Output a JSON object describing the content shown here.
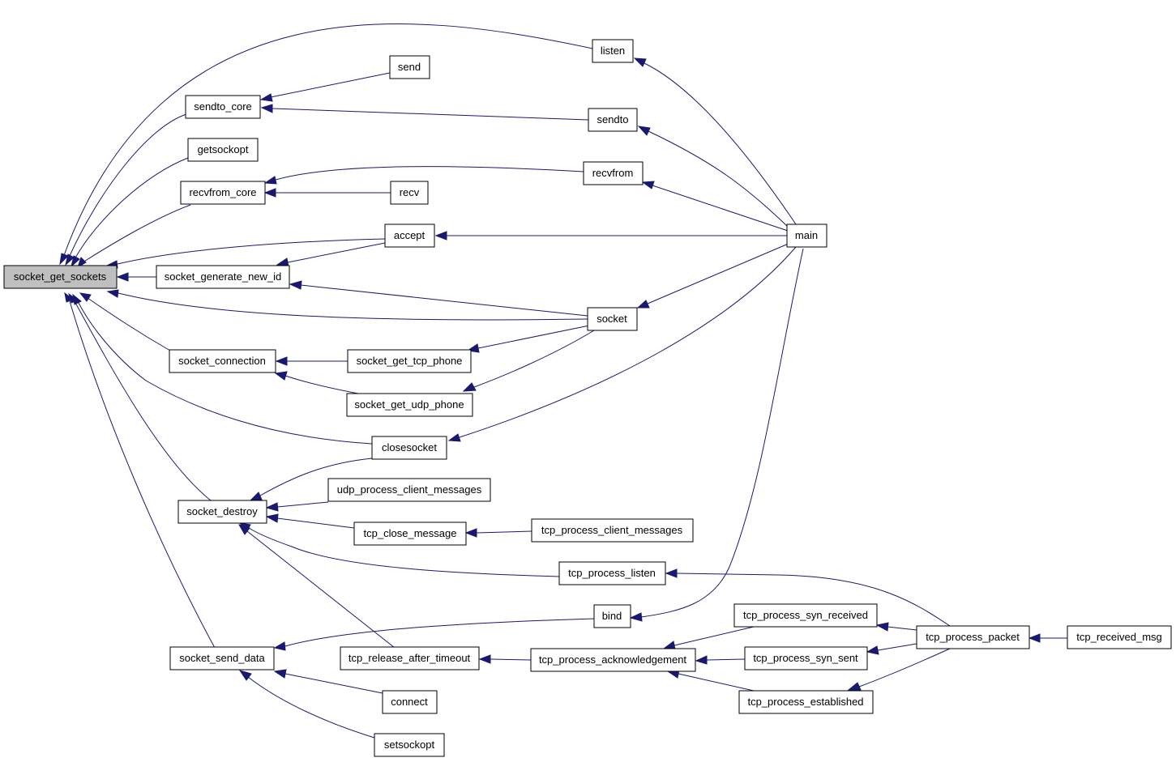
{
  "colors": {
    "edge": "#191970",
    "root_fill": "#bfbfbf",
    "node_fill": "#ffffff",
    "border": "#000000"
  },
  "nodes": {
    "socket_get_sockets": "socket_get_sockets",
    "listen": "listen",
    "send": "send",
    "sendto_core": "sendto_core",
    "sendto": "sendto",
    "getsockopt": "getsockopt",
    "recvfrom": "recvfrom",
    "recvfrom_core": "recvfrom_core",
    "recv": "recv",
    "accept": "accept",
    "main": "main",
    "socket_generate_new_id": "socket_generate_new_id",
    "socket": "socket",
    "socket_connection": "socket_connection",
    "socket_get_tcp_phone": "socket_get_tcp_phone",
    "socket_get_udp_phone": "socket_get_udp_phone",
    "closesocket": "closesocket",
    "udp_process_client_messages": "udp_process_client_messages",
    "socket_destroy": "socket_destroy",
    "tcp_close_message": "tcp_close_message",
    "tcp_process_client_messages": "tcp_process_client_messages",
    "tcp_process_listen": "tcp_process_listen",
    "bind": "bind",
    "tcp_process_syn_received": "tcp_process_syn_received",
    "tcp_process_packet": "tcp_process_packet",
    "tcp_received_msg": "tcp_received_msg",
    "socket_send_data": "socket_send_data",
    "tcp_release_after_timeout": "tcp_release_after_timeout",
    "tcp_process_acknowledgement": "tcp_process_acknowledgement",
    "tcp_process_syn_sent": "tcp_process_syn_sent",
    "tcp_process_established": "tcp_process_established",
    "connect": "connect",
    "setsockopt": "setsockopt"
  }
}
